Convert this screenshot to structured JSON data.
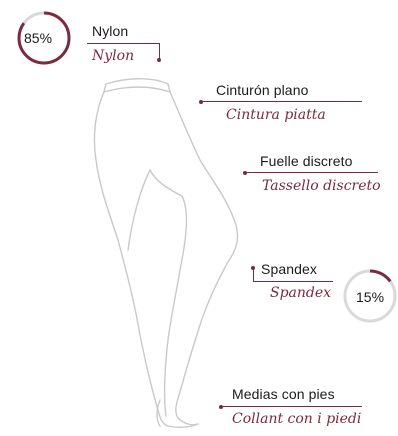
{
  "colors": {
    "accent": "#7a2b3e",
    "ring_track": "#d9d9d9",
    "sketch": "#c9c9c9"
  },
  "nylon": {
    "percent": "85%",
    "fill_fraction": 0.85,
    "label": "Nylon",
    "translation": "Nylon"
  },
  "waistband": {
    "label": "Cinturón plano",
    "translation": "Cintura piatta"
  },
  "gusset": {
    "label": "Fuelle discreto",
    "translation": "Tassello discreto"
  },
  "spandex": {
    "percent": "15%",
    "fill_fraction": 0.15,
    "label": "Spandex",
    "translation": "Spandex"
  },
  "feet": {
    "label": "Medias con pies",
    "translation": "Collant con i piedi"
  }
}
